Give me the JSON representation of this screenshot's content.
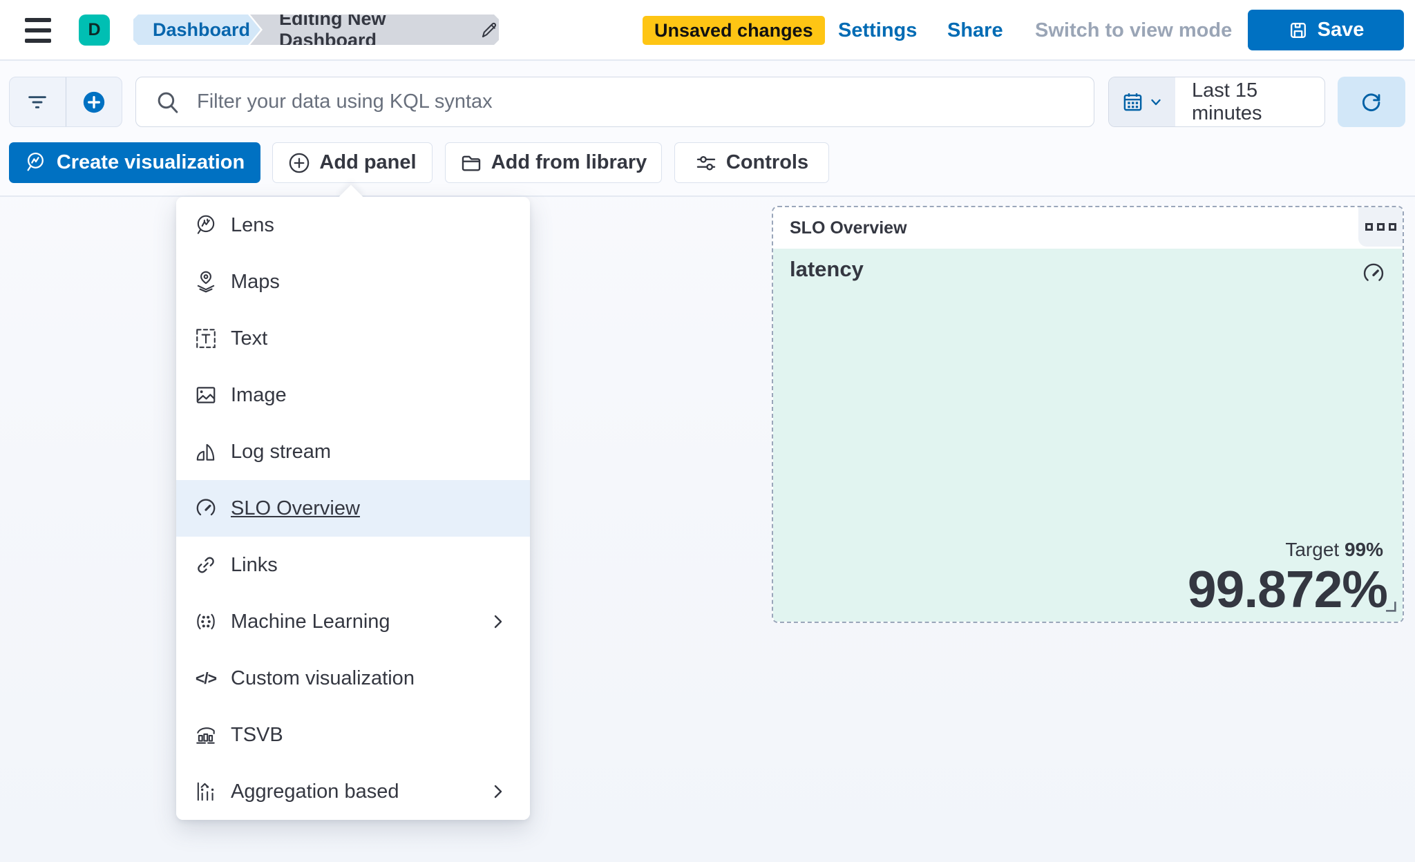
{
  "header": {
    "avatar_initial": "D",
    "breadcrumbs": [
      {
        "label": "Dashboard"
      },
      {
        "label": "Editing New Dashboard"
      }
    ],
    "unsaved_badge": "Unsaved changes",
    "settings_label": "Settings",
    "share_label": "Share",
    "view_mode_label": "Switch to view mode",
    "save_label": "Save",
    "save_icon": "save-floppy-icon",
    "menu_icon": "hamburger-icon",
    "edit_icon": "pencil-icon"
  },
  "querybar": {
    "kql_placeholder": "Filter your data using KQL syntax",
    "time_range": "Last 15 minutes",
    "icons": [
      "filter-icon",
      "add-filter-icon",
      "search-icon",
      "calendar-icon",
      "chevron-down-icon",
      "refresh-icon"
    ]
  },
  "toolbar": {
    "create_viz_label": "Create visualization",
    "add_panel_label": "Add panel",
    "add_from_library_label": "Add from library",
    "controls_label": "Controls"
  },
  "add_panel_menu": {
    "items": [
      {
        "label": "Lens",
        "icon": "lens-icon",
        "highlighted": false,
        "submenu": false
      },
      {
        "label": "Maps",
        "icon": "maps-icon",
        "highlighted": false,
        "submenu": false
      },
      {
        "label": "Text",
        "icon": "text-icon",
        "highlighted": false,
        "submenu": false
      },
      {
        "label": "Image",
        "icon": "image-icon",
        "highlighted": false,
        "submenu": false
      },
      {
        "label": "Log stream",
        "icon": "log-stream-icon",
        "highlighted": false,
        "submenu": false
      },
      {
        "label": "SLO Overview",
        "icon": "gauge-icon",
        "highlighted": true,
        "submenu": false
      },
      {
        "label": "Links",
        "icon": "link-icon",
        "highlighted": false,
        "submenu": false
      },
      {
        "label": "Machine Learning",
        "icon": "machine-learning-icon",
        "highlighted": false,
        "submenu": true
      },
      {
        "label": "Custom visualization",
        "icon": "code-icon",
        "highlighted": false,
        "submenu": false
      },
      {
        "label": "TSVB",
        "icon": "tsvb-icon",
        "highlighted": false,
        "submenu": false
      },
      {
        "label": "Aggregation based",
        "icon": "aggregation-icon",
        "highlighted": false,
        "submenu": true
      }
    ]
  },
  "slo_panel": {
    "panel_title": "SLO Overview",
    "metric_title": "latency",
    "target_label": "Target",
    "target_value": "99%",
    "value": "99.872%",
    "options_icon": "panel-options-icon",
    "gauge_icon": "gauge-icon"
  },
  "colors": {
    "primary": "#0071c2",
    "link": "#006bb4",
    "warning_badge": "#fec514",
    "avatar": "#00bfb3",
    "panel_body_bg": "#e1f4f0",
    "menu_highlight": "#e7f0fa",
    "breadcrumb_blue": "#d3e7f8",
    "breadcrumb_gray": "#d4d7de"
  }
}
